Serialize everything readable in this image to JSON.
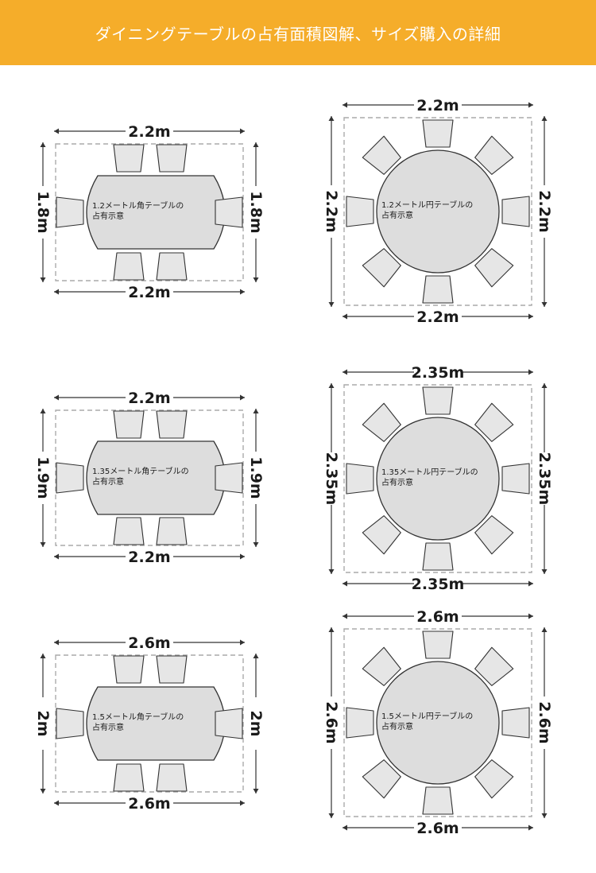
{
  "title": "ダイニングテーブルの占有面積図解、サイズ購入の詳細",
  "colors": {
    "banner": "#f5ad2a",
    "table_fill": "#dddddd",
    "chair_fill": "#e6e6e6",
    "dashed": "#aaaaaa",
    "line": "#333333"
  },
  "diagrams": [
    {
      "shape": "rect",
      "label": [
        "1.2メートル角テーブルの",
        "占有示意"
      ],
      "top": "2.2m",
      "bottom": "2.2m",
      "left": "1.8m",
      "right": "1.8m"
    },
    {
      "shape": "round",
      "label": [
        "1.2メートル円テーブルの",
        "占有示意"
      ],
      "top": "2.2m",
      "bottom": "2.2m",
      "left": "2.2m",
      "right": "2.2m"
    },
    {
      "shape": "rect",
      "label": [
        "1.35メートル角テーブルの",
        "占有示意"
      ],
      "top": "2.2m",
      "bottom": "2.2m",
      "left": "1.9m",
      "right": "1.9m"
    },
    {
      "shape": "round",
      "label": [
        "1.35メートル円テーブルの",
        "占有示意"
      ],
      "top": "2.35m",
      "bottom": "2.35m",
      "left": "2.35m",
      "right": "2.35m"
    },
    {
      "shape": "rect",
      "label": [
        "1.5メートル角テーブルの",
        "占有示意"
      ],
      "top": "2.6m",
      "bottom": "2.6m",
      "left": "2m",
      "right": "2m"
    },
    {
      "shape": "round",
      "label": [
        "1.5メートル円テーブルの",
        "占有示意"
      ],
      "top": "2.6m",
      "bottom": "2.6m",
      "left": "2.6m",
      "right": "2.6m"
    }
  ]
}
